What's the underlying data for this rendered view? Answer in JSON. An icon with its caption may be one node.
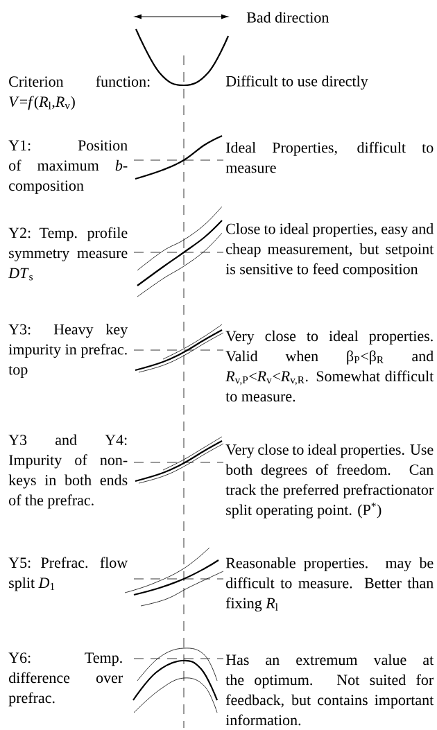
{
  "diagram": {
    "labels": [
      "Bad direction",
      "Criterion function: *V*=*f*(*R*$_{l}$,*R*$_{v}$)",
      "Difficult to use directly",
      "Y1: Position of maximum *b*-composition",
      "Ideal Properties, difficult to measure",
      "Y2: Temp. profile symmetry measure *DT*$_{s}$",
      "Close to ideal properties, easy and cheap measurement, but setpoint is sensitive to feed composition",
      "Y3: Heavy key impurity in prefrac. top",
      "Very close to ideal properties. Valid when β$_{P}$<β$_{R}$ and *R*$_{v,P}$<*R*$_{v}$<*R*$_{v,R}$. Somewhat difficult to measure.",
      "Y3 and Y4: Impurity of non-keys in both ends of the prefrac.",
      "Very close to ideal properties. Use both degrees of freedom. Can track the preferred prefractionator split operating point. (P$^{*}$)",
      "Y5: Prefrac. flow split *D*$_{1}$",
      "Reasonable properties. may be difficult to measure. Better than fixing *R*$_{l}$",
      "Y6: Temp. difference over prefrac.",
      "Has an extremum value at the optimum. Not suited for feedback, but contains important information."
    ]
  }
}
